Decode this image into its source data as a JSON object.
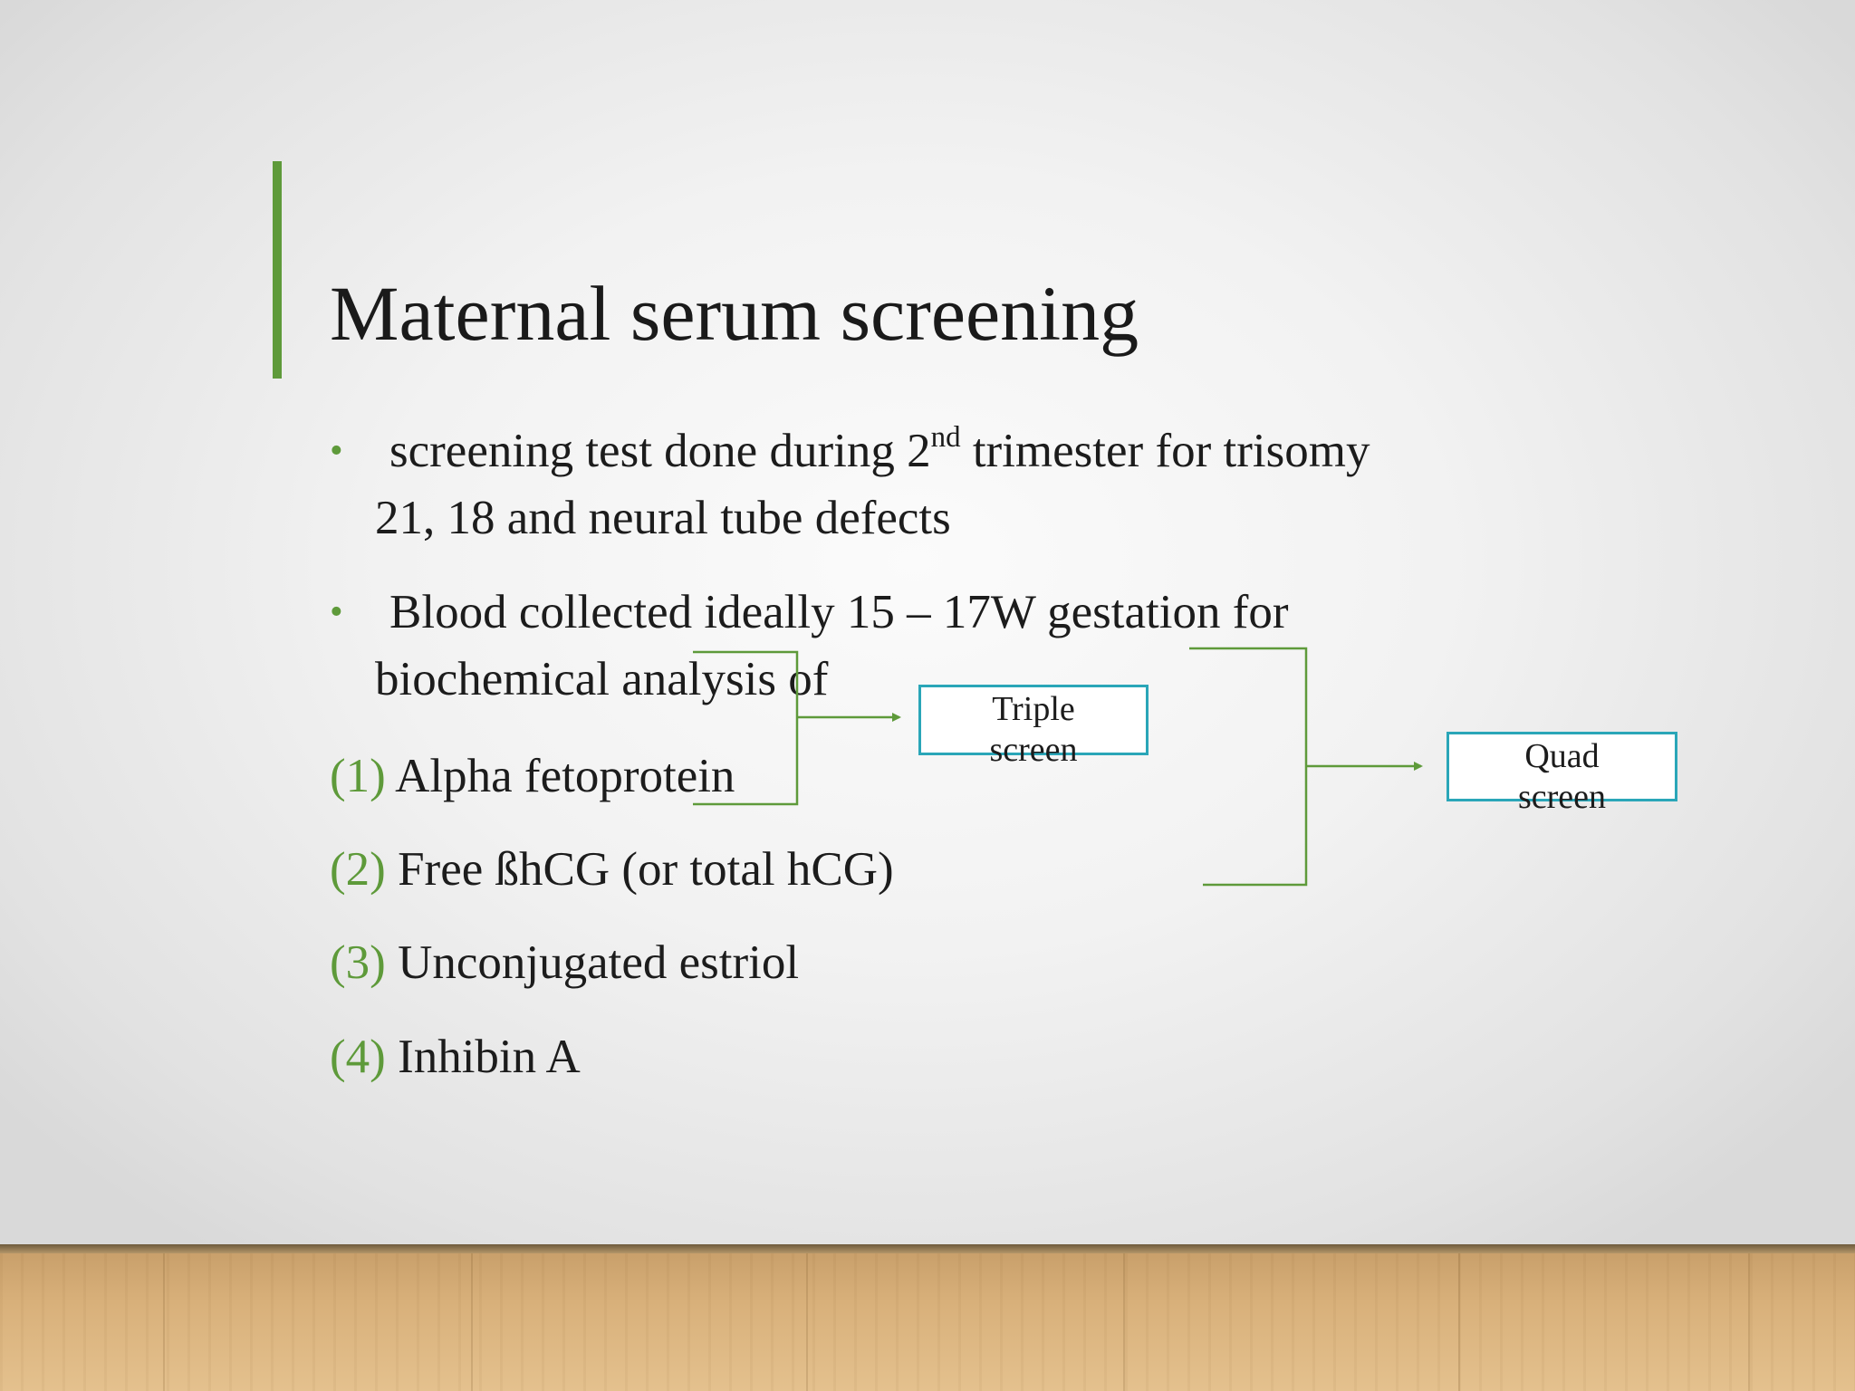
{
  "slide": {
    "title": "Maternal serum screening",
    "bullets": [
      {
        "line1_pre": "screening test done during 2",
        "line1_sup": "nd",
        "line1_post": " trimester for trisomy",
        "line2": "21, 18 and neural tube defects"
      },
      {
        "line1": "Blood collected ideally 15 – 17W gestation for",
        "line2": "biochemical analysis of"
      }
    ],
    "numbered_items": [
      {
        "number": "(1)",
        "text": "Alpha fetoprotein"
      },
      {
        "number": "(2)",
        "text": "Free ßhCG (or total hCG)"
      },
      {
        "number": "(3)",
        "text": "Unconjugated estriol"
      },
      {
        "number": "(4)",
        "text": "Inhibin A"
      }
    ],
    "boxes": {
      "triple": {
        "line1": "Triple",
        "line2": "screen"
      },
      "quad": {
        "line1": "Quad",
        "line2": "screen"
      }
    }
  },
  "colors": {
    "accent": "#5e9a3a",
    "box_border": "#2aa6b8",
    "text": "#1c1c1c"
  },
  "icons": {
    "bullet": "bullet-dot-icon",
    "arrow": "arrow-right-icon"
  }
}
